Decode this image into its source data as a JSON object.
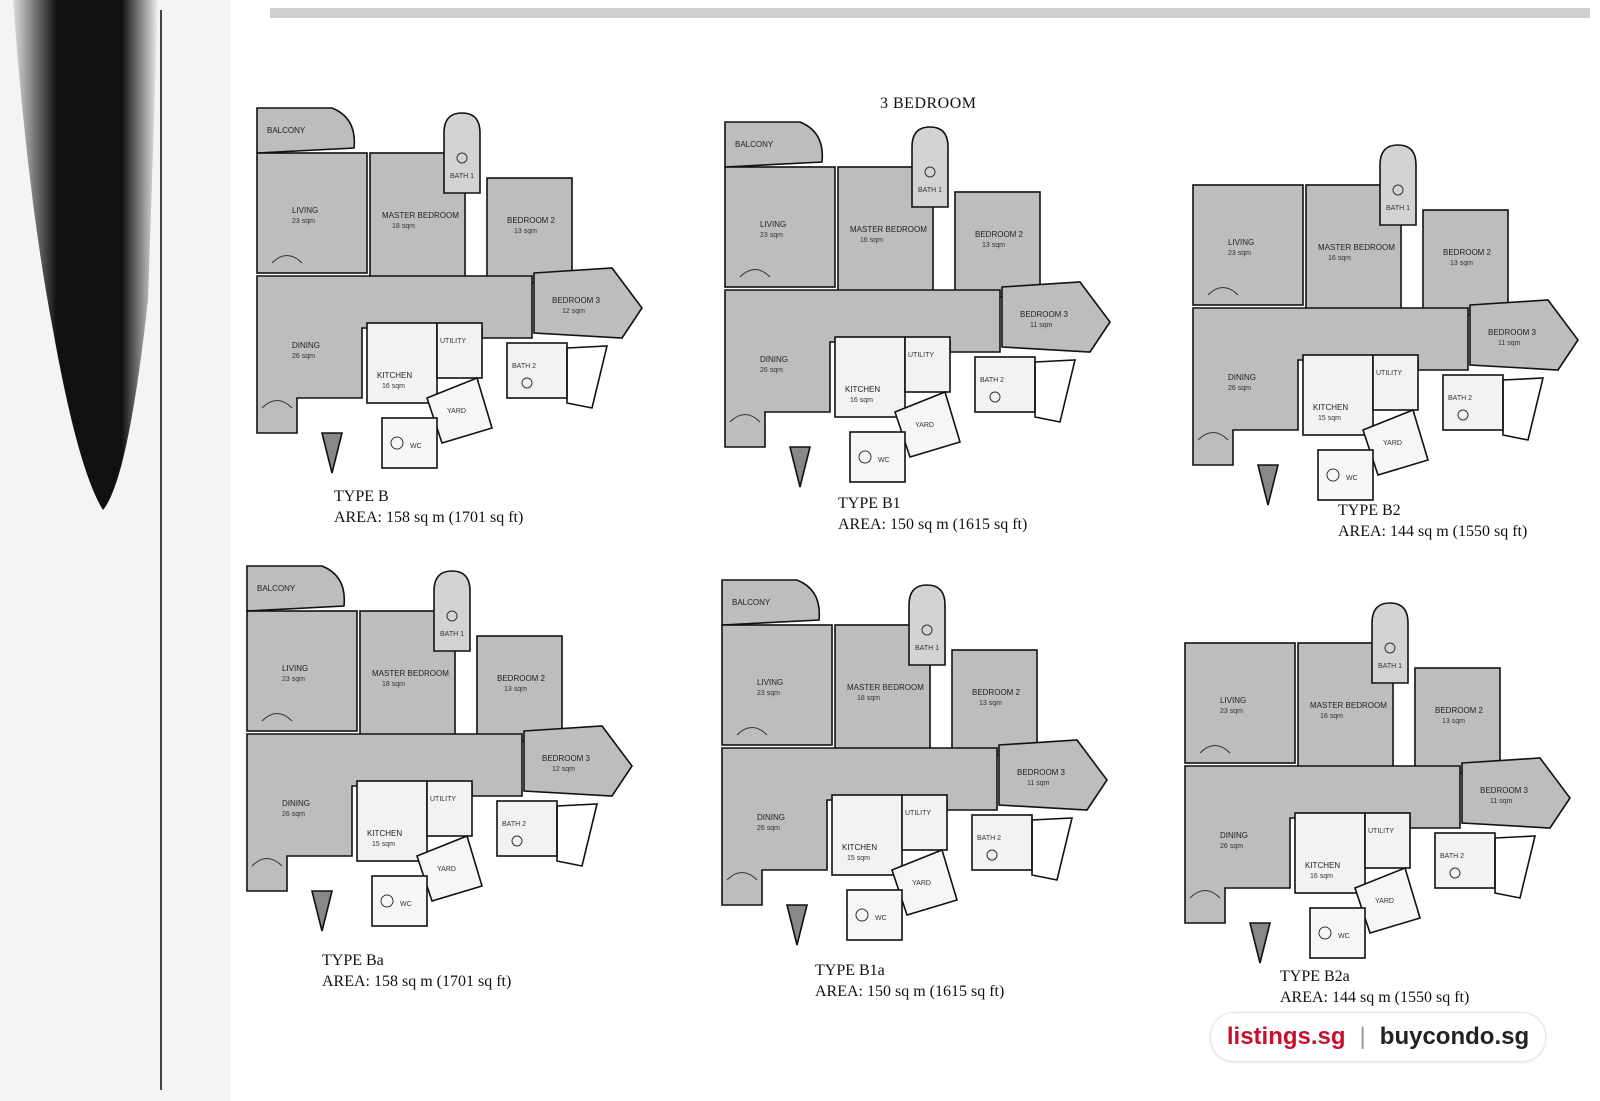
{
  "page_title": "3 BEDROOM",
  "plans": [
    {
      "type": "TYPE B",
      "area": "AREA: 158 sq m  (1701 sq ft)",
      "rooms": {
        "balcony": "BALCONY",
        "living": "LIVING",
        "living_area": "23 sqm",
        "master": "MASTER BEDROOM",
        "master_area": "18 sqm",
        "bath1": "BATH 1",
        "bedroom2": "BEDROOM 2",
        "bedroom2_area": "13 sqm",
        "bedroom3": "BEDROOM 3",
        "bedroom3_area": "12 sqm",
        "dining": "DINING",
        "dining_area": "26 sqm",
        "kitchen": "KITCHEN",
        "kitchen_area": "16 sqm",
        "utility": "UTILITY",
        "yard": "YARD",
        "bath2": "BATH 2",
        "wc": "WC"
      }
    },
    {
      "type": "TYPE B1",
      "area": "AREA: 150 sq m  (1615 sq ft)",
      "rooms": {
        "balcony": "BALCONY",
        "living": "LIVING",
        "living_area": "23 sqm",
        "master": "MASTER BEDROOM",
        "master_area": "16 sqm",
        "bath1": "BATH 1",
        "bedroom2": "BEDROOM 2",
        "bedroom2_area": "13 sqm",
        "bedroom3": "BEDROOM 3",
        "bedroom3_area": "11 sqm",
        "dining": "DINING",
        "dining_area": "26 sqm",
        "kitchen": "KITCHEN",
        "kitchen_area": "16 sqm",
        "utility": "UTILITY",
        "yard": "YARD",
        "bath2": "BATH 2",
        "wc": "WC"
      }
    },
    {
      "type": "TYPE B2",
      "area": "AREA: 144 sq m  (1550 sq ft)",
      "rooms": {
        "balcony": "",
        "living": "LIVING",
        "living_area": "23 sqm",
        "master": "MASTER BEDROOM",
        "master_area": "16 sqm",
        "bath1": "BATH 1",
        "bedroom2": "BEDROOM 2",
        "bedroom2_area": "13 sqm",
        "bedroom3": "BEDROOM 3",
        "bedroom3_area": "11 sqm",
        "dining": "DINING",
        "dining_area": "26 sqm",
        "kitchen": "KITCHEN",
        "kitchen_area": "15 sqm",
        "utility": "UTILITY",
        "yard": "YARD",
        "bath2": "BATH 2",
        "wc": "WC"
      }
    },
    {
      "type": "TYPE  Ba",
      "area": "AREA: 158 sq m  (1701 sq ft)",
      "rooms": {
        "balcony": "BALCONY",
        "living": "LIVING",
        "living_area": "23 sqm",
        "master": "MASTER BEDROOM",
        "master_area": "18 sqm",
        "bath1": "BATH 1",
        "bedroom2": "BEDROOM 2",
        "bedroom2_area": "13 sqm",
        "bedroom3": "BEDROOM 3",
        "bedroom3_area": "12 sqm",
        "dining": "DINING",
        "dining_area": "26 sqm",
        "kitchen": "KITCHEN",
        "kitchen_area": "15 sqm",
        "utility": "UTILITY",
        "yard": "YARD",
        "bath2": "BATH 2",
        "wc": "WC"
      }
    },
    {
      "type": "TYPE  B1a",
      "area": "AREA: 150 sq m  (1615 sq ft)",
      "rooms": {
        "balcony": "BALCONY",
        "living": "LIVING",
        "living_area": "23 sqm",
        "master": "MASTER BEDROOM",
        "master_area": "18 sqm",
        "bath1": "BATH 1",
        "bedroom2": "BEDROOM 2",
        "bedroom2_area": "13 sqm",
        "bedroom3": "BEDROOM 3",
        "bedroom3_area": "11 sqm",
        "dining": "DINING",
        "dining_area": "26 sqm",
        "kitchen": "KITCHEN",
        "kitchen_area": "15 sqm",
        "utility": "UTILITY",
        "yard": "YARD",
        "bath2": "BATH 2",
        "wc": "WC"
      }
    },
    {
      "type": "TYPE B2a",
      "area": "AREA: 144 sq m  (1550 sq ft)",
      "rooms": {
        "balcony": "",
        "living": "LIVING",
        "living_area": "23 sqm",
        "master": "MASTER BEDROOM",
        "master_area": "16 sqm",
        "bath1": "BATH 1",
        "bedroom2": "BEDROOM 2",
        "bedroom2_area": "13 sqm",
        "bedroom3": "BEDROOM 3",
        "bedroom3_area": "11 sqm",
        "dining": "DINING",
        "dining_area": "26 sqm",
        "kitchen": "KITCHEN",
        "kitchen_area": "16 sqm",
        "utility": "UTILITY",
        "yard": "YARD",
        "bath2": "BATH 2",
        "wc": "WC"
      }
    }
  ],
  "watermark": {
    "brand_a": "listings.sg",
    "separator": "|",
    "brand_b": "buycondo.sg"
  },
  "colors": {
    "room_fill": "#bdbdbd",
    "room_fill_light": "#d3d3d3",
    "wall": "#111111",
    "brand_red": "#c8102e"
  }
}
